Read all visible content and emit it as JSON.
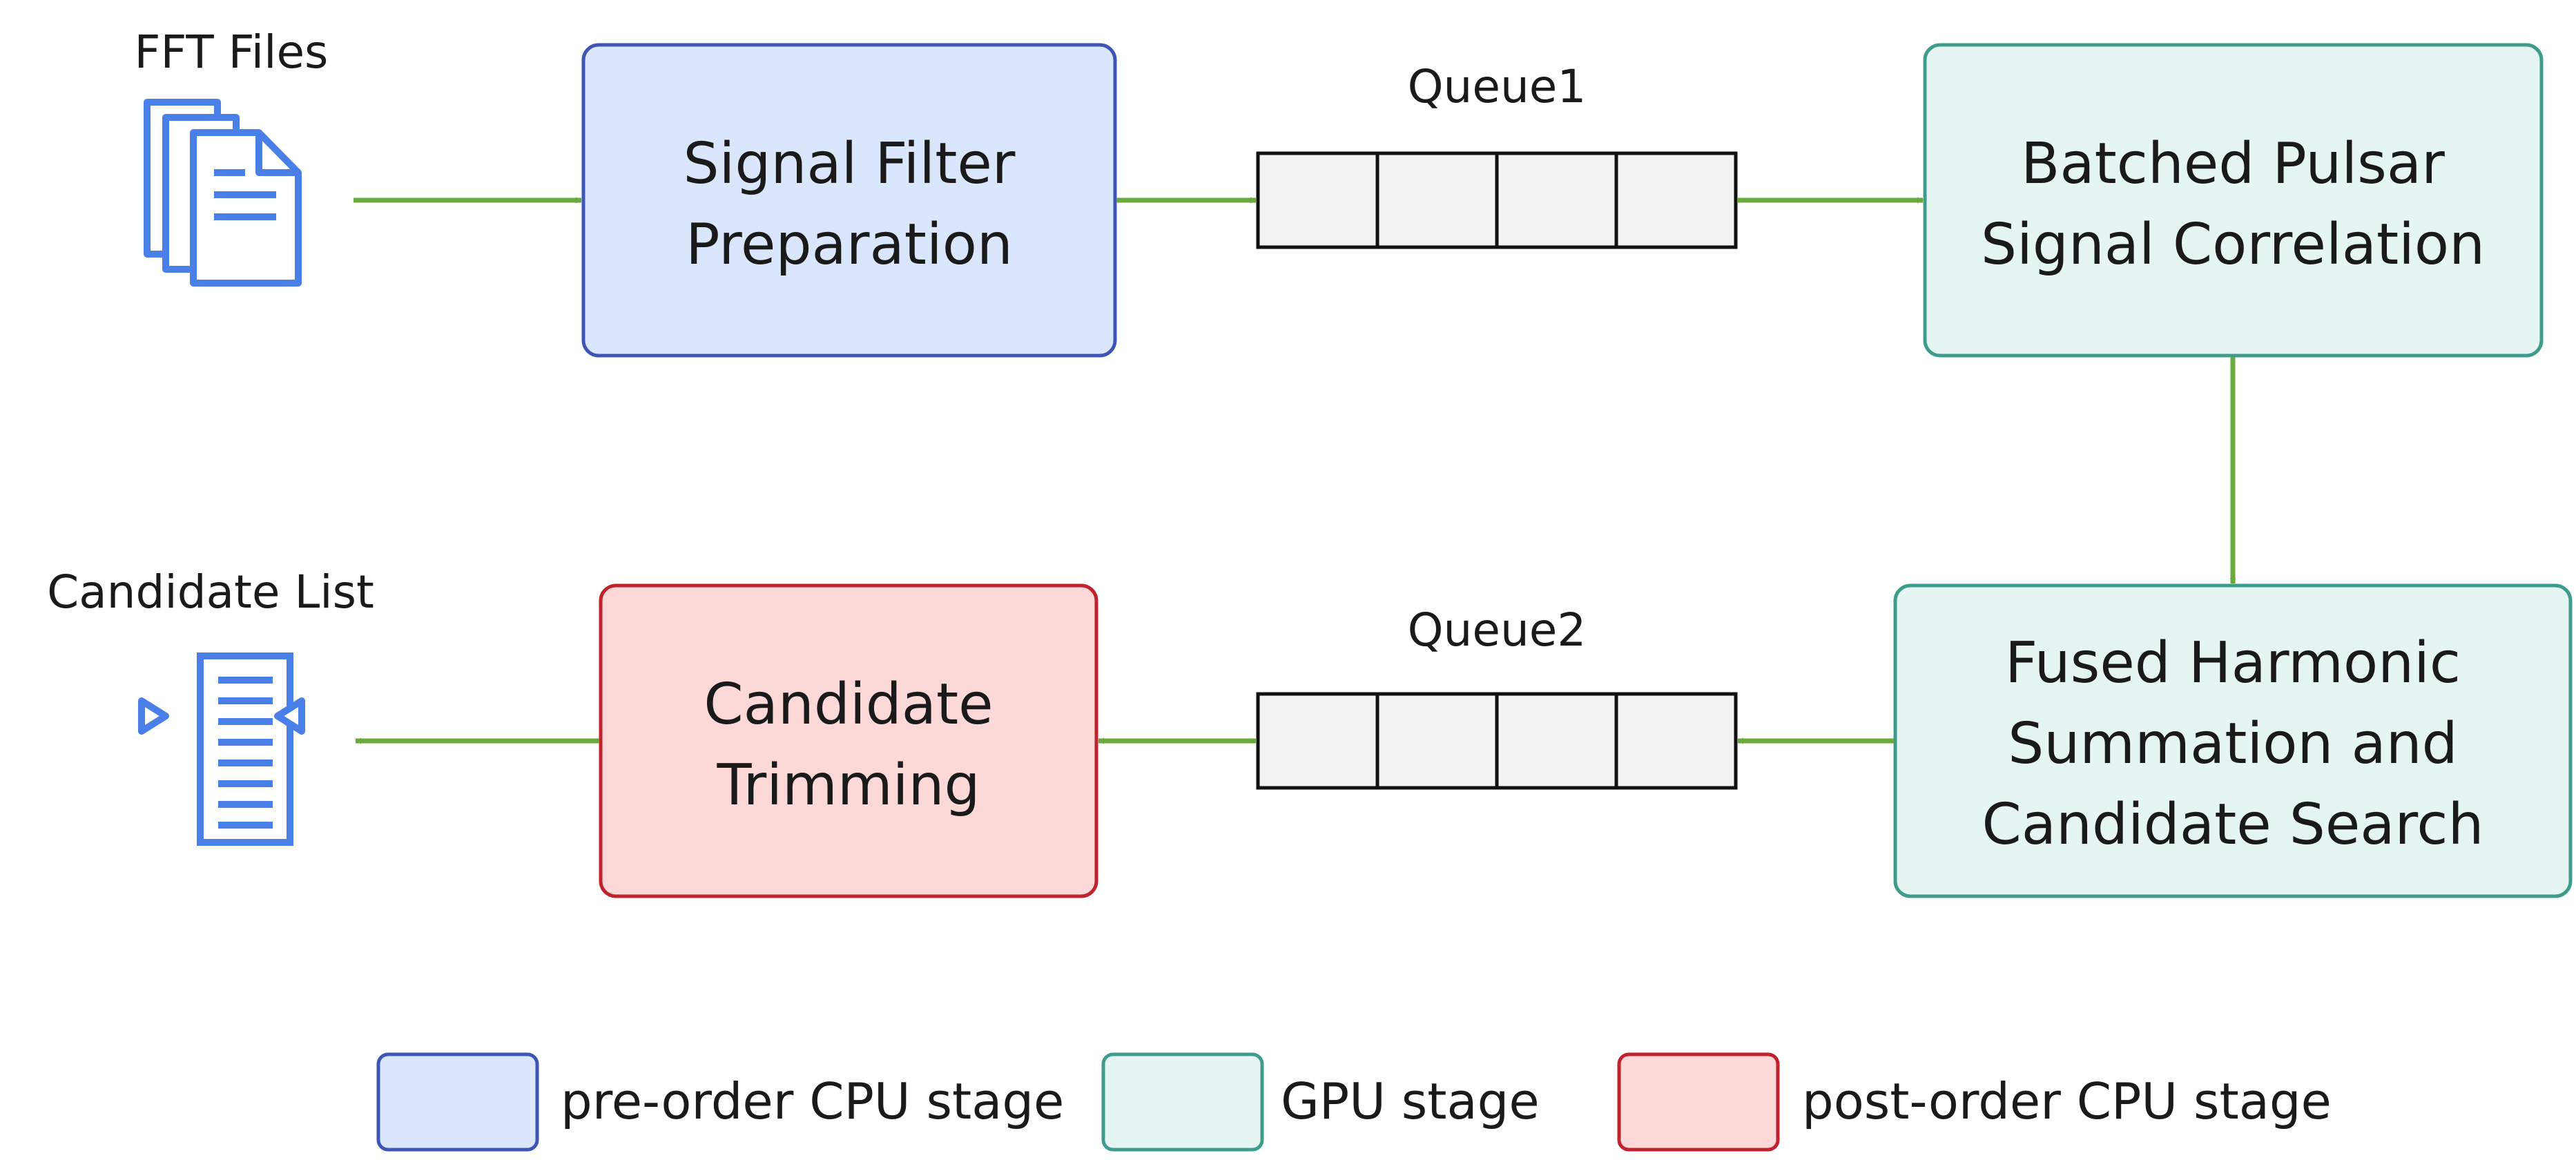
{
  "inputs": {
    "fft_files_label": "FFT Files",
    "candidate_list_label": "Candidate List"
  },
  "stages": {
    "signal_filter": {
      "line1": "Signal Filter",
      "line2": "Preparation"
    },
    "batched_correlation": {
      "line1": "Batched Pulsar",
      "line2": "Signal Correlation"
    },
    "fused_harmonic": {
      "line1": "Fused Harmonic",
      "line2": "Summation and",
      "line3": "Candidate Search"
    },
    "candidate_trimming": {
      "line1": "Candidate",
      "line2": "Trimming"
    }
  },
  "queues": {
    "queue1": {
      "label": "Queue1",
      "slots": 4
    },
    "queue2": {
      "label": "Queue2",
      "slots": 4
    }
  },
  "legend": {
    "pre_order": "pre-order CPU stage",
    "gpu": "GPU stage",
    "post_order": "post-order CPU stage"
  },
  "colors": {
    "pre_order_fill": "#dae6fc",
    "pre_order_stroke": "#3f55b5",
    "gpu_fill": "#e5f5f2",
    "gpu_stroke": "#3f9c8b",
    "post_order_fill": "#fcd8d8",
    "post_order_stroke": "#c0232b",
    "arrow": "#6aaa3c",
    "icon": "#4b7fe8",
    "queue_fill": "#f2f2f2",
    "queue_stroke": "#111111"
  }
}
